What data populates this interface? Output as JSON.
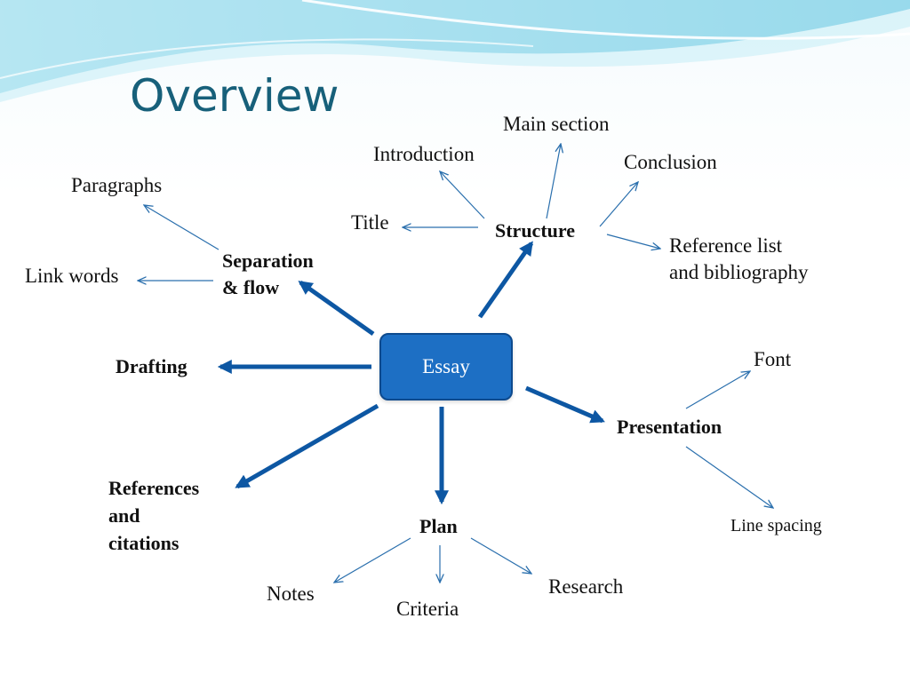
{
  "slide": {
    "title": "Overview"
  },
  "center": {
    "label": "Essay"
  },
  "branches": {
    "structure": "Structure",
    "separation_line1": "Separation",
    "separation_line2": "& flow",
    "drafting": "Drafting",
    "references_line1": "References",
    "references_line2": "and",
    "references_line3": "citations",
    "plan": "Plan",
    "presentation": "Presentation"
  },
  "leaves": {
    "main_section": "Main section",
    "introduction": "Introduction",
    "conclusion": "Conclusion",
    "title": "Title",
    "reference_list_line1": "Reference list",
    "reference_list_line2": "and bibliography",
    "paragraphs": "Paragraphs",
    "link_words": "Link words",
    "font": "Font",
    "line_spacing": "Line spacing",
    "notes": "Notes",
    "criteria": "Criteria",
    "research": "Research"
  },
  "colors": {
    "title": "#17607a",
    "essay_fill": "#1d6fc4",
    "thick_arrow": "#0d57a3",
    "thin_arrow": "#2a6fad"
  }
}
